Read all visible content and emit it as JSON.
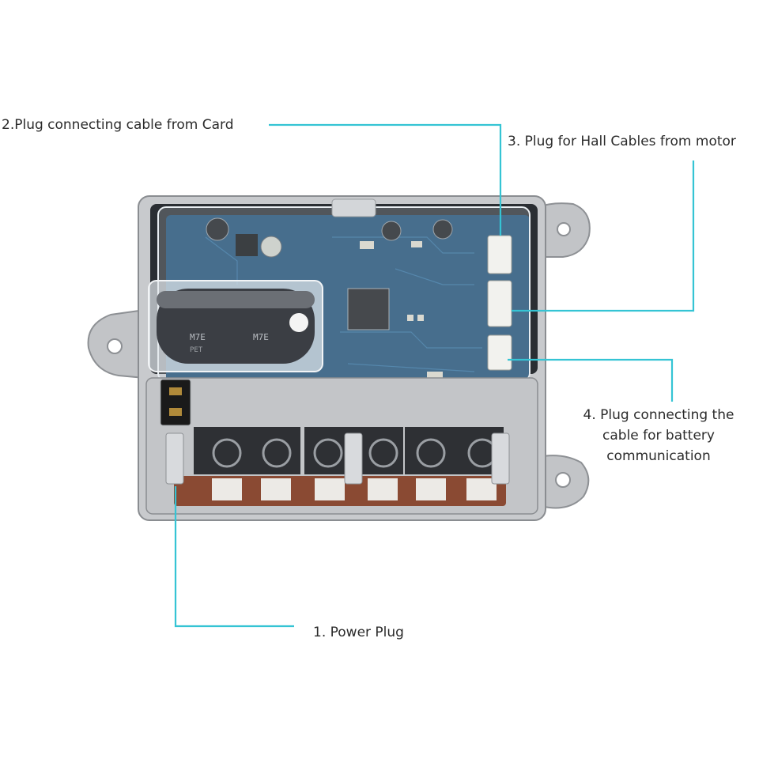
{
  "colors": {
    "callout_line": "#35c4d4",
    "pcb": "#1d4c73",
    "housing": "#c9cbcd",
    "capacitor": "#3b3e44"
  },
  "callouts": [
    {
      "id": "power",
      "text": "1. Power Plug"
    },
    {
      "id": "card",
      "text": "2.Plug connecting cable from Card"
    },
    {
      "id": "hall",
      "text": "3. Plug for Hall Cables from motor"
    },
    {
      "id": "battery",
      "text": "4. Plug connecting the cable for battery communication"
    }
  ],
  "board_markings": {
    "capacitor_text": "M7E",
    "capacitor_subtext": "PET"
  }
}
